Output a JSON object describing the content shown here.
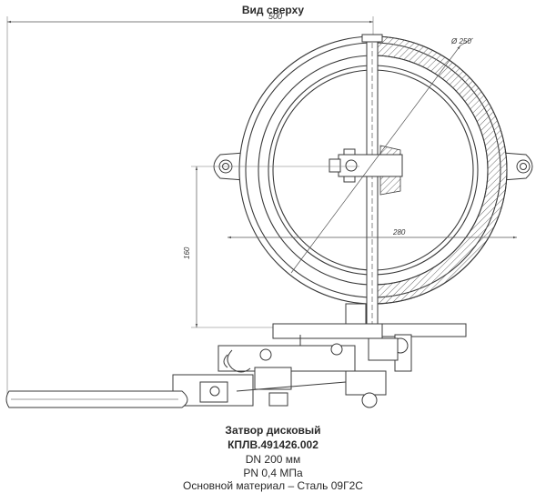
{
  "view_title": "Вид сверху",
  "dimensions": {
    "overall_width": "500",
    "diameter": "Ø 250",
    "disc_width": "280",
    "height": "160"
  },
  "caption": {
    "name": "Затвор дисковый",
    "code": "КПЛВ.491426.002",
    "dn": "DN 200 мм",
    "pn": "PN 0,4 МПа",
    "material": "Основной материал – Сталь 09Г2С"
  },
  "colors": {
    "line": "#3a3a3a",
    "dim_line": "#555555",
    "hatch": "#6a6a6a"
  }
}
